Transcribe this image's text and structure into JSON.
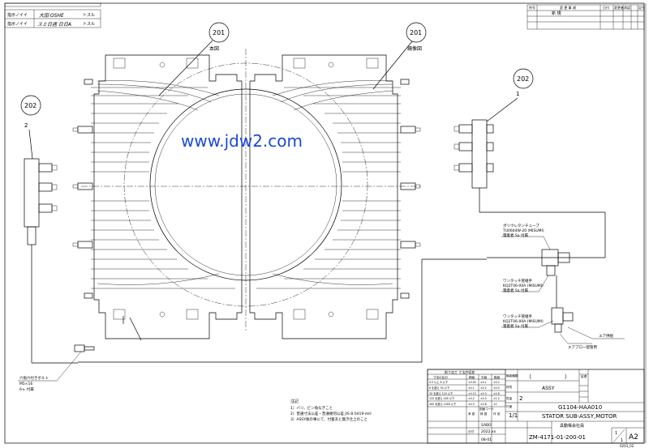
{
  "header": {
    "row1_label": "指示ノイイ",
    "row1_value": "大田 OSHE",
    "row1_suffix": "トスル",
    "row2_label": "指示ノイイ",
    "row2_value": "スミ日週 日日A",
    "row2_suffix": "トスル"
  },
  "revision_table": {
    "headers": [
      "符号",
      "変 更 事 項",
      "日付",
      "変更者",
      "承認",
      "記号"
    ],
    "first_entry": "新 規"
  },
  "balloons": [
    {
      "id": "balloon-201-left",
      "label": "201",
      "caption": "本図"
    },
    {
      "id": "balloon-201-right",
      "label": "201",
      "caption": "鏡像図"
    },
    {
      "id": "balloon-202-right",
      "label": "202",
      "caption": "1"
    },
    {
      "id": "balloon-202-left",
      "label": "202",
      "caption": "2"
    }
  ],
  "watermark": "www.jdw2.com",
  "callouts": {
    "tube_title": "ポリウレタンチューブ",
    "tube_part": "TU0604W-20 (MISUMI)",
    "tube_note": "電着者 Sa 付属",
    "fit1_title": "ワンタッチ管継手",
    "fit1_part": "KQ2T06-00A (MISUMI)",
    "fit1_note": "電着者 Sa 付属",
    "fit2_title": "ワンタッチ管継手",
    "fit2_part": "KQ2T06-00A (MISUMI)",
    "fit2_note": "電着者 Sa 付属",
    "air_note": "エア供給",
    "air_inlet": "エアブロー配管用",
    "bolt_title": "六角穴付きボルト",
    "bolt_spec": "M5×16",
    "bolt_note": "6ヶ 付属"
  },
  "notes": {
    "heading": "注記",
    "line1": "1）バリ、ピン角なきこと",
    "line2": "2）普通寸法公差・普通幾何公差 JIS B 0419-mH",
    "line3": "3）ASSY後の事にて、付着あと無き仕上のこと"
  },
  "tolerance_table": {
    "title": "削り加工 寸法許容差",
    "col_headers": [
      "寸法の区分",
      "精級",
      "中級",
      "粗級"
    ],
    "rows": [
      [
        "0.5 以上 6 以下",
        "±0.05",
        "±0.1",
        "±0.2"
      ],
      [
        "6 を超え 30 以下",
        "±0.1",
        "±0.2",
        "±0.5"
      ],
      [
        "30 を超え 120 以下",
        "±0.15",
        "±0.3",
        "±0.8"
      ],
      [
        "120 を超え 400 以下",
        "±0.2",
        "±0.5",
        "±1.2"
      ],
      [
        "400 を超え 1000 以下",
        "±0.3",
        "±0.8",
        "±2"
      ]
    ]
  },
  "title_block": {
    "paren": "（",
    "paren_close": "）",
    "assy": "ASSY",
    "qty": "2",
    "scale": "1/1",
    "part_no": "G1104-HAA010",
    "part_name": "STATOR SUB-ASSY,MOTOR",
    "category_label": "機能種類",
    "material_label": "材質",
    "treatment_label": "処理",
    "mass_label": "質量",
    "scale_label": "尺度",
    "drawing_code_label": "図面コード",
    "company": "具動株会社員",
    "drafter_label": "作 成",
    "checker_label": "検 図",
    "approver_label": "承 認",
    "drafter": "SABO",
    "date_label": "日付",
    "date": "2022.xx",
    "sheet_label": "08-01",
    "drawing_no": "ZM-4171-01-200-01",
    "sheet_top": "1",
    "sheet_bottom": "1",
    "size": "A2",
    "footer": "0203_02"
  }
}
